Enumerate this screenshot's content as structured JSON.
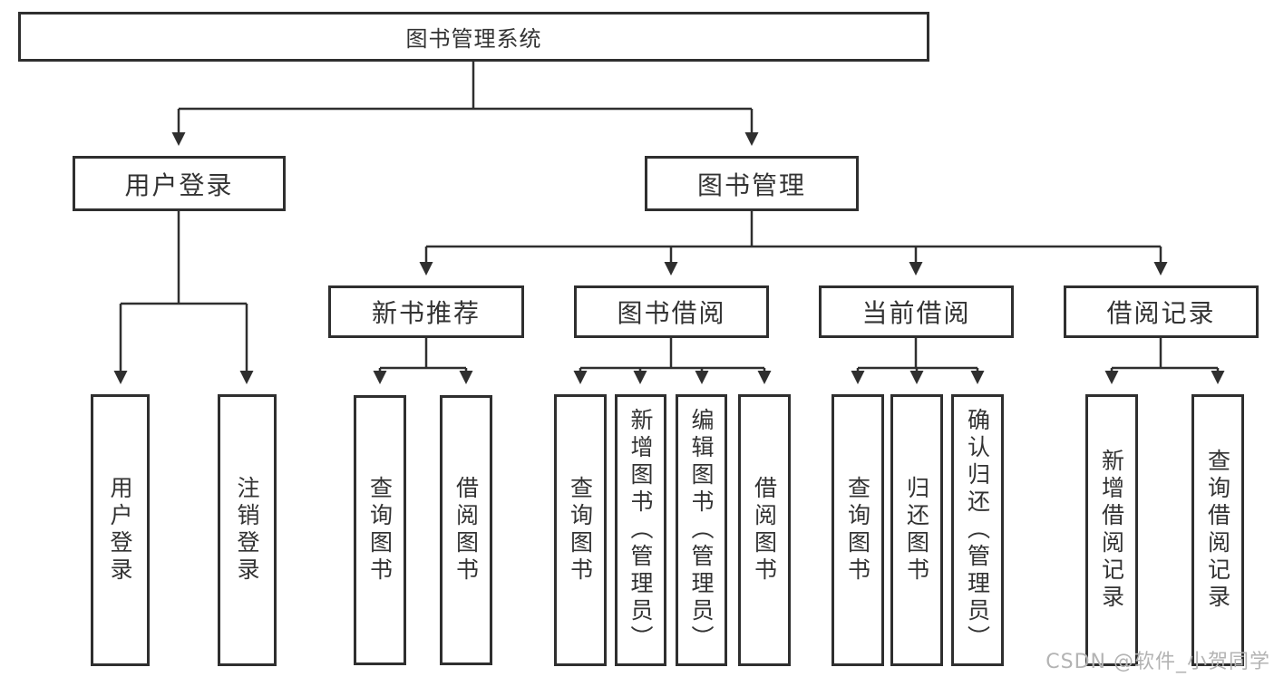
{
  "tree": {
    "root": {
      "label": "图书管理系统"
    },
    "branches": [
      {
        "label": "用户登录",
        "children": [
          {
            "label": "用户登录"
          },
          {
            "label": "注销登录"
          }
        ]
      },
      {
        "label": "图书管理",
        "children": [
          {
            "label": "新书推荐",
            "children": [
              {
                "label": "查询图书"
              },
              {
                "label": "借阅图书"
              }
            ]
          },
          {
            "label": "图书借阅",
            "children": [
              {
                "label": "查询图书"
              },
              {
                "label": "新增图书（管理员）"
              },
              {
                "label": "编辑图书（管理员）"
              },
              {
                "label": "借阅图书"
              }
            ]
          },
          {
            "label": "当前借阅",
            "children": [
              {
                "label": "查询图书"
              },
              {
                "label": "归还图书"
              },
              {
                "label": "确认归还（管理员）"
              }
            ]
          },
          {
            "label": "借阅记录",
            "children": [
              {
                "label": "新增借阅记录"
              },
              {
                "label": "查询借阅记录"
              }
            ]
          }
        ]
      }
    ]
  },
  "watermark": {
    "text": "CSDN @软件_小贺同学"
  },
  "colors": {
    "line": "#2f2f2f",
    "box_border": "#2f2f2f",
    "text": "#333333",
    "watermark": "#b3b3b3",
    "background": "#ffffff"
  }
}
